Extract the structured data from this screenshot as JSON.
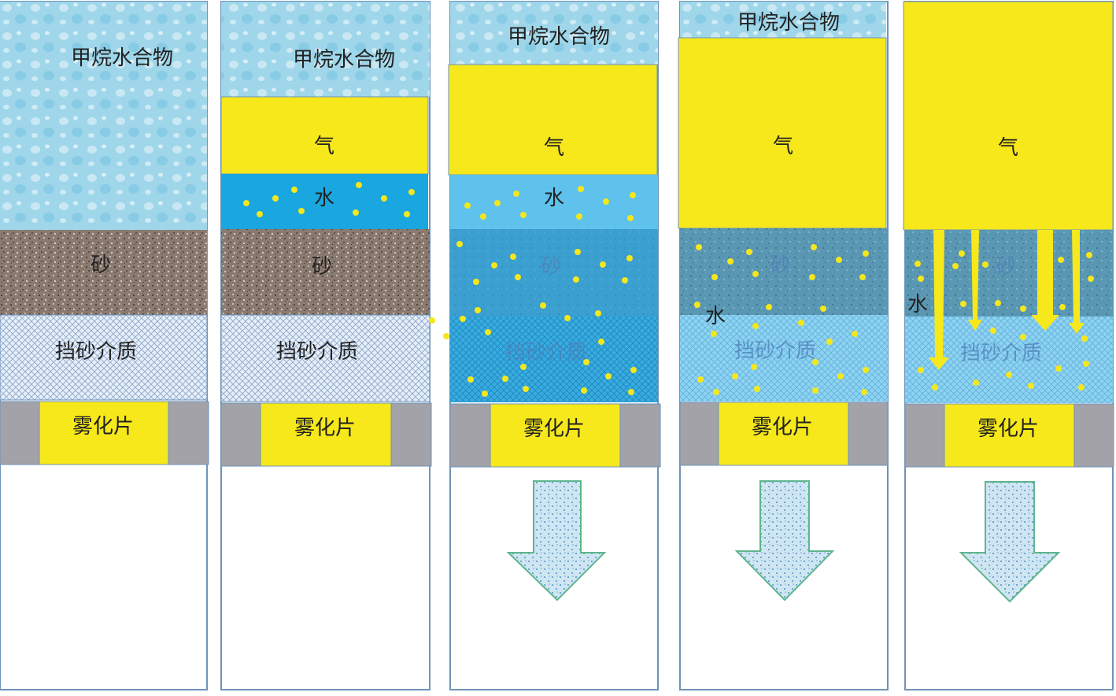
{
  "labels": {
    "hydrate": "甲烷水合物",
    "gas": "气",
    "water": "水",
    "sand": "砂",
    "screen": "挡砂介质",
    "atomizer": "雾化片"
  },
  "colors": {
    "hydrate": "#9fd6ea",
    "gas": "#f6e81a",
    "water_bright": "#1aa6de",
    "water_light": "#5ec2ec",
    "sand": "#8a7a70",
    "sand_wet": "#3b9fcf",
    "sand_wet_dull": "#5a97b3",
    "screen": "#e6eef8",
    "screen_wet": "#38ace0",
    "screen_light": "#8fd2f1",
    "bubble": "#f4e71c",
    "holder": "#a2a2a8",
    "border": "#6f93b8",
    "arrow_fill": "#cfe6f2",
    "arrow_stroke": "#5fb58c"
  }
}
